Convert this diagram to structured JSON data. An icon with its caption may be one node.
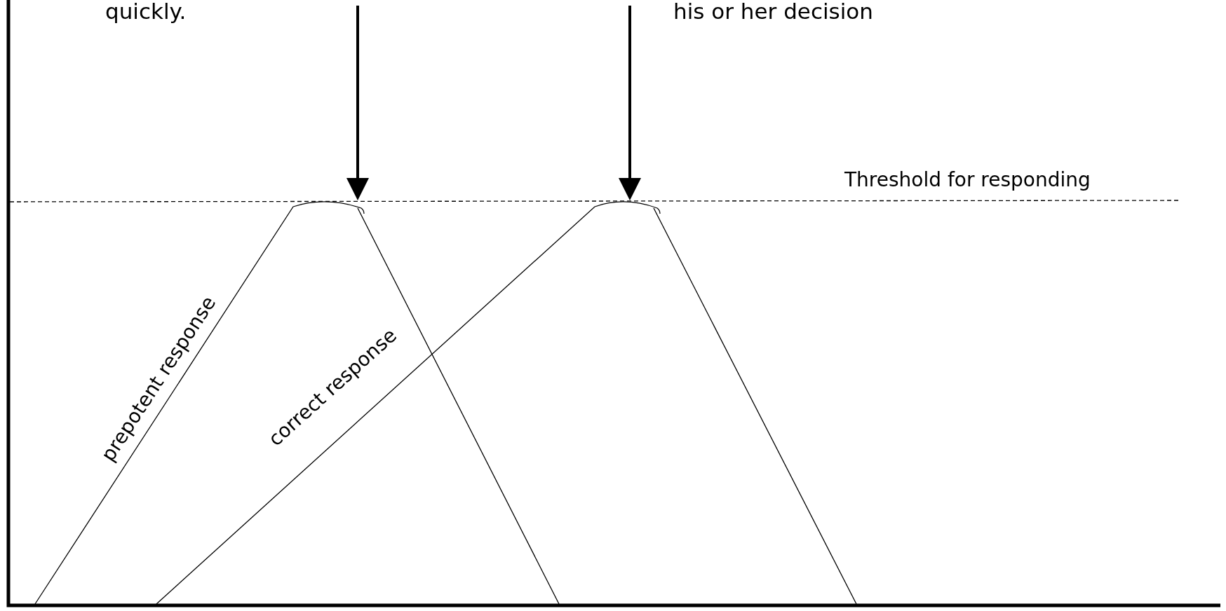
{
  "diagram": {
    "nodes": [
      {
        "text": [
          "quickly."
        ]
      },
      {
        "text": [
          "his or her decision"
        ]
      },
      {
        "text": [],
        "shape": "curve"
      },
      {
        "text": [],
        "shape": "curve"
      }
    ],
    "edges": [
      {
        "from": null,
        "to": 2,
        "arrow": "to"
      },
      {
        "from": null,
        "to": 3,
        "arrow": "to"
      }
    ],
    "labels": [
      "Threshold for responding",
      "prepotent response",
      "correct response"
    ]
  }
}
